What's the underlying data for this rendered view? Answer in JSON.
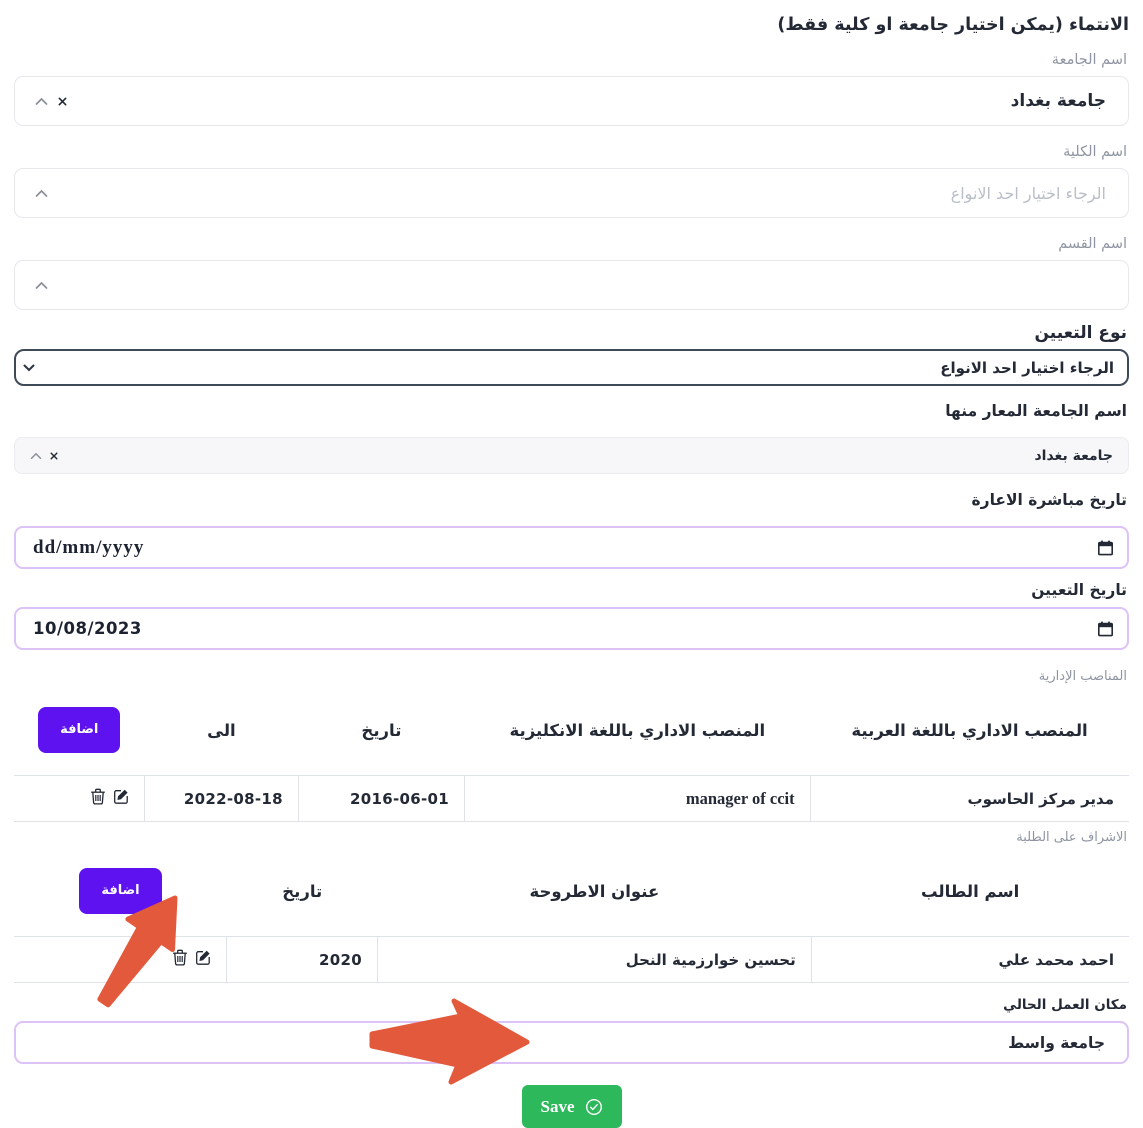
{
  "title": "الانتماء (يمكن اختيار جامعة او كلية فقط)",
  "fields": {
    "university": {
      "label": "اسم الجامعة",
      "value": "جامعة بغداد"
    },
    "college": {
      "label": "اسم الكلية",
      "placeholder": "الرجاء اختيار احد الانواع"
    },
    "department": {
      "label": "اسم القسم",
      "value": ""
    },
    "appointment_type": {
      "label": "نوع التعيين",
      "value": "الرجاء اختيار احد الانواع"
    },
    "loaned_university": {
      "label": "اسم الجامعة المعار منها",
      "value": "جامعة بغداد"
    },
    "loan_start_date": {
      "label": "تاريخ مباشرة الاعارة",
      "value": "dd/mm/yyyy"
    },
    "appointment_date": {
      "label": "تاريخ التعيين",
      "value": "10/08/2023"
    },
    "current_workplace": {
      "label": "مكان العمل الحالي",
      "value": "جامعة واسط"
    }
  },
  "admin_positions": {
    "section_label": "المناصب الإدارية",
    "add_button_label": "اضافة",
    "headers": {
      "position_ar": "المنصب الاداري باللغة العربية",
      "position_en": "المنصب الاداري باللغة الانكليزية",
      "date": "تاريخ",
      "to": "الى"
    },
    "rows": [
      {
        "position_ar": "مدير مركز الحاسوب",
        "position_en": "manager of ccit",
        "date": "2016-06-01",
        "to": "2022-08-18"
      }
    ]
  },
  "students_supervision": {
    "section_label": "الاشراف على الطلبة",
    "add_button_label": "اضافة",
    "headers": {
      "student_name": "اسم الطالب",
      "thesis_title": "عنوان الاطروحة",
      "date": "تاريخ"
    },
    "rows": [
      {
        "student_name": "احمد محمد علي",
        "thesis_title": "تحسين خوارزمية النحل",
        "date": "2020"
      }
    ]
  },
  "save_button_label": "Save",
  "colors": {
    "accent_purple": "#5e12f0",
    "success_green": "#2eb85c",
    "annotation_orange": "#e2593c",
    "highlight_border": "#dcc2f6",
    "dark_text": "#242936",
    "muted_label": "#8f95a2"
  }
}
